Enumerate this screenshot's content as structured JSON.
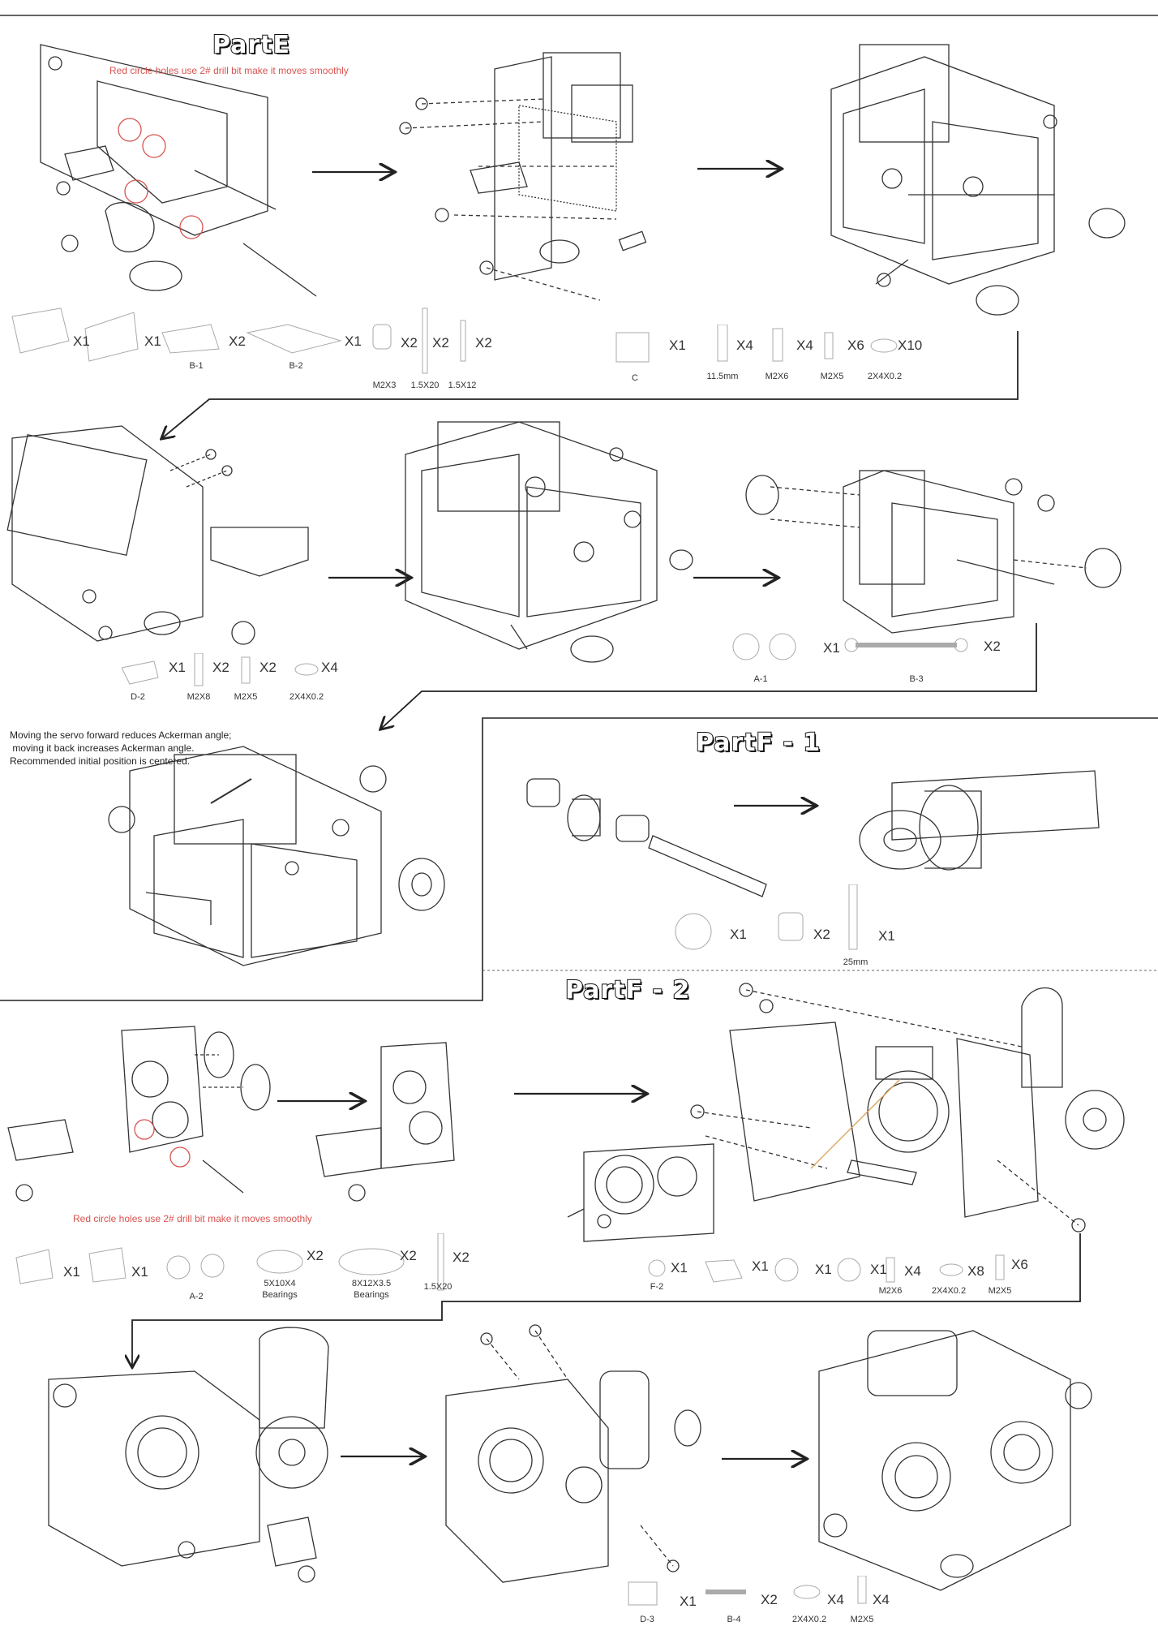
{
  "sections": {
    "e": {
      "title": "PartE",
      "note": "Red circle holes use 2# drill bit make it moves smoothly"
    },
    "f1": {
      "title": "PartF - 1"
    },
    "f2": {
      "title": "PartF - 2",
      "note": "Red circle holes use 2# drill bit make it moves smoothly"
    }
  },
  "servo_note": {
    "line1": "Moving the servo forward reduces Ackerman angle;",
    "line2": " moving it back increases Ackerman angle.",
    "line3": "Recommended initial position is centered."
  },
  "parts_e1": [
    {
      "qty": "X1",
      "label": ""
    },
    {
      "qty": "X1",
      "label": ""
    },
    {
      "qty": "X2",
      "label": "B-1"
    },
    {
      "qty": "X1",
      "label": "B-2"
    },
    {
      "qty": "X2",
      "label": "M2X3"
    },
    {
      "qty": "X2",
      "label": "1.5X20"
    },
    {
      "qty": "X2",
      "label": "1.5X12"
    }
  ],
  "parts_e2": [
    {
      "qty": "X1",
      "label": "C"
    },
    {
      "qty": "X4",
      "label": "11.5mm"
    },
    {
      "qty": "X4",
      "label": "M2X6"
    },
    {
      "qty": "X6",
      "label": "M2X5"
    },
    {
      "qty": "X10",
      "label": "2X4X0.2"
    }
  ],
  "parts_e3": [
    {
      "qty": "X1",
      "label": "D-2"
    },
    {
      "qty": "X2",
      "label": "M2X8"
    },
    {
      "qty": "X2",
      "label": "M2X5"
    },
    {
      "qty": "X4",
      "label": "2X4X0.2"
    }
  ],
  "parts_e4": [
    {
      "qty": "X1",
      "label": "A-1"
    },
    {
      "qty": "X2",
      "label": "B-3"
    }
  ],
  "parts_f1": [
    {
      "qty": "X1",
      "label": ""
    },
    {
      "qty": "X2",
      "label": ""
    },
    {
      "qty": "X1",
      "label": "25mm"
    }
  ],
  "parts_f2a": [
    {
      "qty": "X1",
      "label": ""
    },
    {
      "qty": "X1",
      "label": ""
    },
    {
      "qty": "",
      "label": "A-2"
    },
    {
      "qty": "X2",
      "label": "5X10X4",
      "label2": "Bearings"
    },
    {
      "qty": "X2",
      "label": "8X12X3.5",
      "label2": "Bearings"
    },
    {
      "qty": "X2",
      "label": "1.5X20"
    }
  ],
  "parts_f2b": [
    {
      "qty": "X1",
      "label": "F-2"
    },
    {
      "qty": "X1",
      "label": ""
    },
    {
      "qty": "X1",
      "label": ""
    },
    {
      "qty": "X1",
      "label": ""
    },
    {
      "qty": "X4",
      "label": "M2X6"
    },
    {
      "qty": "X8",
      "label": "2X4X0.2"
    },
    {
      "qty": "X6",
      "label": "M2X5"
    }
  ],
  "parts_f3": [
    {
      "qty": "X1",
      "label": "D-3"
    },
    {
      "qty": "X2",
      "label": "B-4"
    },
    {
      "qty": "X4",
      "label": "2X4X0.2"
    },
    {
      "qty": "X4",
      "label": "M2X5"
    }
  ],
  "colors": {
    "accent": "#d9534f",
    "ink": "#222222",
    "line": "#333333"
  }
}
